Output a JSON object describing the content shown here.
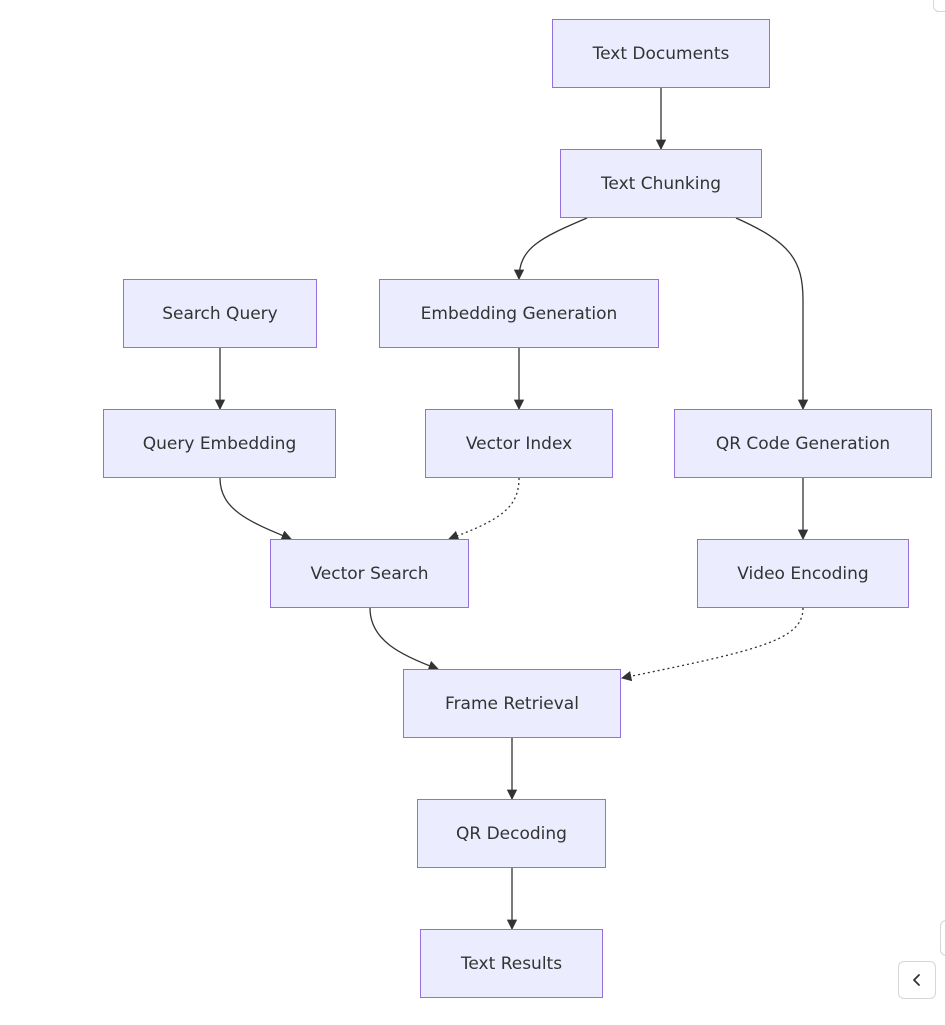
{
  "diagram": {
    "nodes": {
      "text_documents": "Text Documents",
      "text_chunking": "Text Chunking",
      "search_query": "Search Query",
      "embedding_generation": "Embedding Generation",
      "query_embedding": "Query Embedding",
      "vector_index": "Vector Index",
      "qr_code_generation": "QR Code Generation",
      "vector_search": "Vector Search",
      "video_encoding": "Video Encoding",
      "frame_retrieval": "Frame Retrieval",
      "qr_decoding": "QR Decoding",
      "text_results": "Text Results"
    },
    "edges": [
      {
        "from": "Text Documents",
        "to": "Text Chunking",
        "style": "solid"
      },
      {
        "from": "Text Chunking",
        "to": "Embedding Generation",
        "style": "solid"
      },
      {
        "from": "Text Chunking",
        "to": "QR Code Generation",
        "style": "solid"
      },
      {
        "from": "Search Query",
        "to": "Query Embedding",
        "style": "solid"
      },
      {
        "from": "Embedding Generation",
        "to": "Vector Index",
        "style": "solid"
      },
      {
        "from": "QR Code Generation",
        "to": "Video Encoding",
        "style": "solid"
      },
      {
        "from": "Query Embedding",
        "to": "Vector Search",
        "style": "solid"
      },
      {
        "from": "Vector Index",
        "to": "Vector Search",
        "style": "dotted"
      },
      {
        "from": "Vector Search",
        "to": "Frame Retrieval",
        "style": "solid"
      },
      {
        "from": "Video Encoding",
        "to": "Frame Retrieval",
        "style": "dotted"
      },
      {
        "from": "Frame Retrieval",
        "to": "QR Decoding",
        "style": "solid"
      },
      {
        "from": "QR Decoding",
        "to": "Text Results",
        "style": "solid"
      }
    ],
    "colors": {
      "node_fill": "#ececff",
      "node_border": "#9370db",
      "text": "#333333",
      "edge": "#333333"
    }
  },
  "ui": {
    "collapse_button_icon": "chevron-left-icon"
  }
}
